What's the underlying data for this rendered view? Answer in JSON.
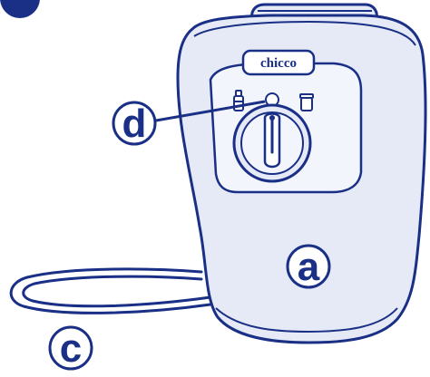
{
  "brand": {
    "logo_text": "chicco"
  },
  "colors": {
    "outline": "#1a2f86",
    "body_fill": "#e6eaf7",
    "light_fill": "#f3f5fc",
    "white": "#ffffff"
  },
  "callouts": {
    "a": "a",
    "c": "c",
    "d": "d"
  },
  "icons": {
    "left_mode": "baby-bottle-icon",
    "right_mode": "food-jar-icon",
    "indicator": "indicator-light-icon",
    "dial": "rotary-dial-icon"
  }
}
